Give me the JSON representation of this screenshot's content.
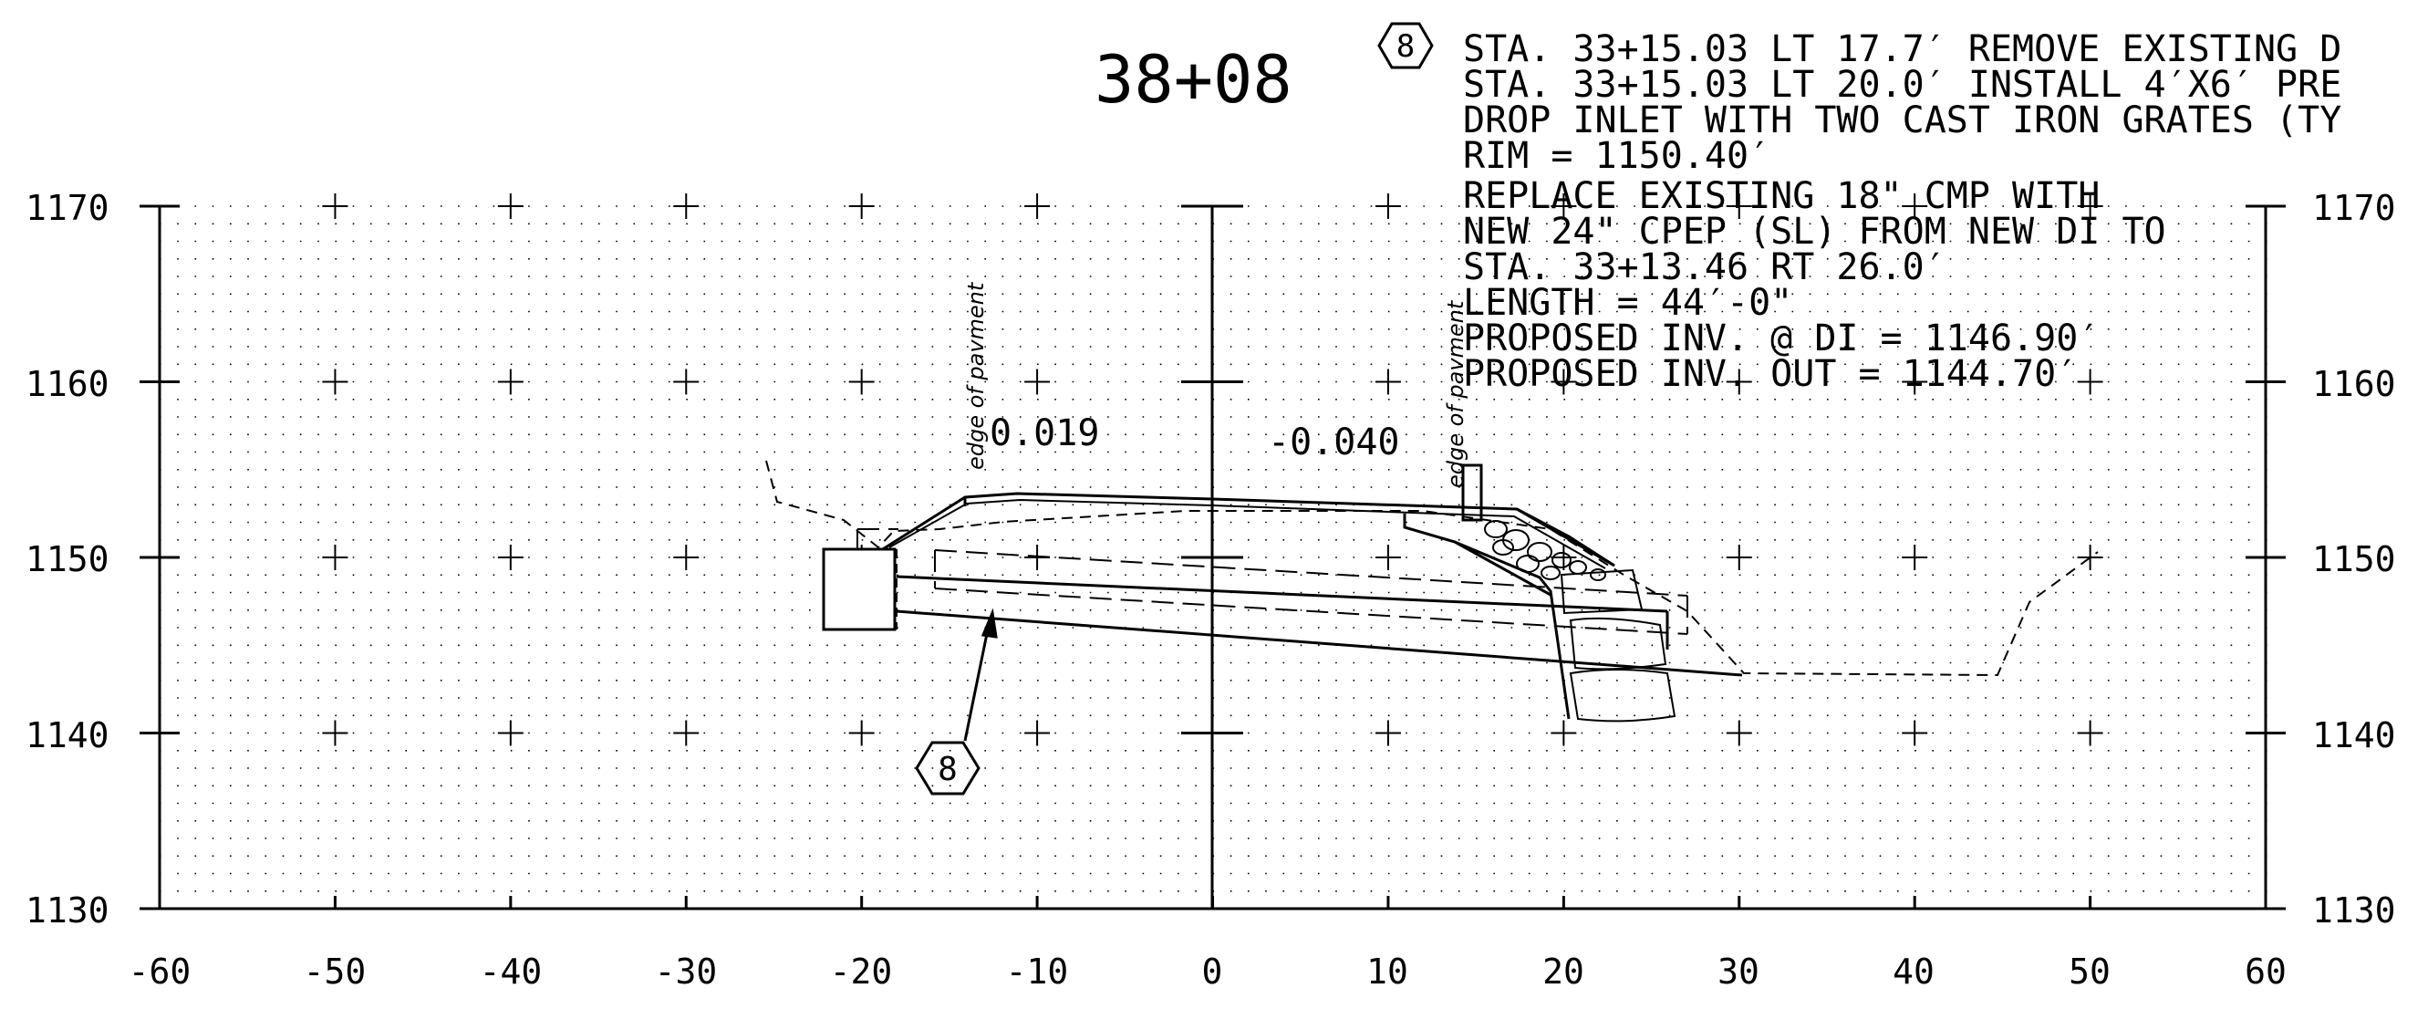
{
  "station_label": "38+08",
  "callout": {
    "tag": "8",
    "lines": [
      "STA. 33+15.03 LT 17.7′ REMOVE EXISTING D",
      "STA. 33+15.03 LT 20.0′  INSTALL 4′X6′ PRE",
      "DROP INLET WITH TWO CAST IRON GRATES (TY",
      "RIM = 1150.40′",
      "REPLACE EXISTING 18\" CMP WITH",
      "NEW 24\" CPEP (SL) FROM NEW DI TO",
      "STA. 33+13.46 RT 26.0′",
      "LENGTH = 44′-0\"",
      "PROPOSED INV. @ DI = 1146.90′",
      "PROPOSED INV. OUT = 1144.70′"
    ]
  },
  "axes": {
    "x_ticks": [
      "-60",
      "-50",
      "-40",
      "-30",
      "-20",
      "-10",
      "0",
      "10",
      "20",
      "30",
      "40",
      "50",
      "60"
    ],
    "y_ticks": [
      "1170",
      "1160",
      "1150",
      "1140",
      "1130"
    ]
  },
  "annotations": {
    "slope_left": "0.019",
    "slope_right": "-0.040",
    "edge_left": "edge of pavment",
    "edge_right": "edge of pavment",
    "marker_tag": "8"
  },
  "colors": {
    "ink": "#000000",
    "grid": "#000000",
    "paper": "#ffffff"
  }
}
